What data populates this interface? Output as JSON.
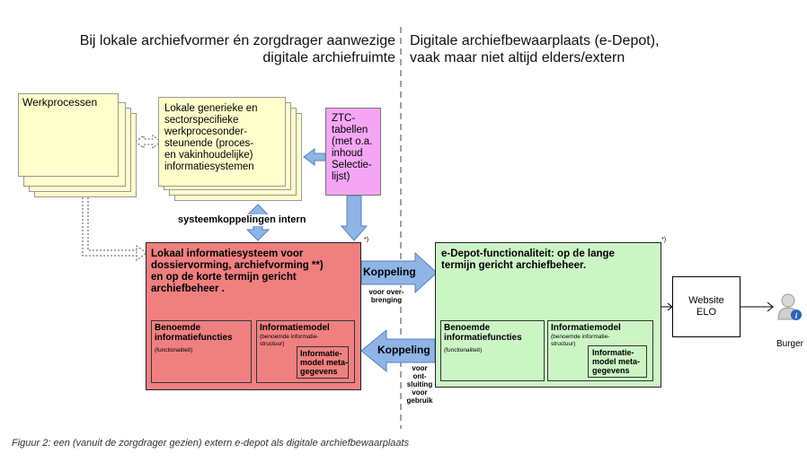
{
  "headers": {
    "left": [
      "Bij lokale archiefvormer én zorgdrager aanwezige",
      "digitale archiefruimte"
    ],
    "right": [
      "Digitale archiefbewaarplaats (e-Depot),",
      "vaak maar niet altijd elders/extern"
    ]
  },
  "werkprocessen": "Werkprocessen",
  "lokale_systemen": [
    "Lokale generieke en",
    "sectorspecifieke",
    "werkprocesonder-",
    "steunende (proces-",
    "en vakinhoudelijke)",
    "informatiesystemen"
  ],
  "ztc": [
    "ZTC-",
    "tabellen",
    "(met o.a.",
    "inhoud",
    "Selectie-",
    "lijst)"
  ],
  "systeemkoppelingen": "systeemkoppelingen intern",
  "lokaal_is": {
    "title": [
      "Lokaal informatiesysteem voor",
      "dossiervorming, archiefvorming **)",
      "en op de korte termijn gericht",
      "archiefbeheer ."
    ],
    "footnote": "*)",
    "benoemde_title": [
      "Benoemde",
      "informatiefuncties"
    ],
    "benoemde_sub": "(functionaliteit)",
    "infomodel_title": "Informatiemodel",
    "infomodel_sub": [
      "(benoemde informatie-",
      "structuur)"
    ],
    "meta": [
      "Informatie-",
      "model meta-",
      "gegevens"
    ]
  },
  "edepot": {
    "title": [
      "e-Depot-functionaliteit: op de lange",
      "termijn gericht archiefbeheer."
    ],
    "footnote": "*)",
    "benoemde_title": [
      "Benoemde",
      "informatiefuncties"
    ],
    "benoemde_sub": "(functionaliteit)",
    "infomodel_title": "Informatiemodel",
    "infomodel_sub": [
      "(benoemde informatie-",
      "structuur)"
    ],
    "meta": [
      "Informatie-",
      "model meta-",
      "gegevens"
    ]
  },
  "koppeling_top": {
    "label": "Koppeling",
    "sub": [
      "voor over-",
      "brenging"
    ]
  },
  "koppeling_bottom": {
    "label": "Koppeling",
    "sub": [
      "voor ont-",
      "sluiting",
      "voor",
      "gebruik"
    ]
  },
  "website": [
    "Website",
    "ELO"
  ],
  "burger": "Burger",
  "caption": "Figuur 2: een (vanuit de zorgdrager gezien) extern e-depot als digitale archiefbewaarplaats",
  "colors": {
    "yellow": "#ffffcc",
    "pink": "#f4a6f4",
    "red": "#f08080",
    "green": "#ccf5c5",
    "blue": "#8fb4e6"
  },
  "icons": [
    "user-info-icon"
  ]
}
